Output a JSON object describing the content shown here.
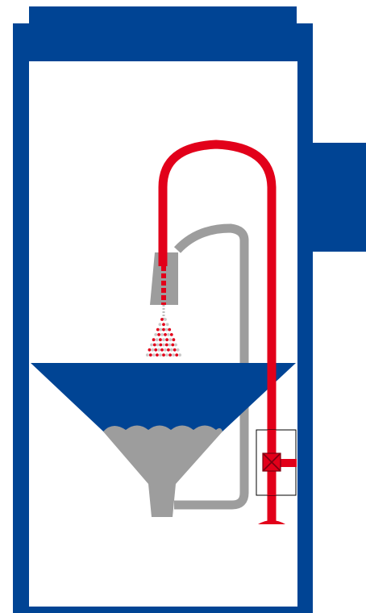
{
  "diagram": {
    "colors": {
      "housing": "#004494",
      "pipe_feed": "#e2001a",
      "pipe_return": "#9d9d9d",
      "background": "#ffffff",
      "valve_frame": "#000000"
    },
    "components": [
      {
        "id": "housing",
        "icon": "housing-frame"
      },
      {
        "id": "side-module",
        "icon": "side-box"
      },
      {
        "id": "hopper",
        "icon": "funnel"
      },
      {
        "id": "powder-pile",
        "icon": "powder-heap"
      },
      {
        "id": "outlet",
        "icon": "outlet-spout"
      },
      {
        "id": "return-line",
        "icon": "gray-pipe"
      },
      {
        "id": "supply-line",
        "icon": "red-pipe"
      },
      {
        "id": "nozzle-head",
        "icon": "nozzle"
      },
      {
        "id": "spray-cone",
        "icon": "spray-droplets"
      },
      {
        "id": "valve",
        "icon": "valve-cross"
      }
    ]
  }
}
